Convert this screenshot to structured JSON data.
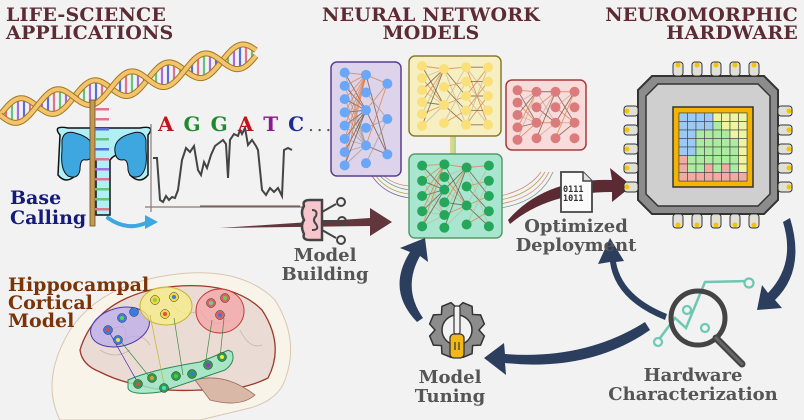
{
  "titles": {
    "life_science": [
      "LIFE-SCIENCE",
      "APPLICATIONS"
    ],
    "neural_network": [
      "NEURAL NETWORK",
      "MODELS"
    ],
    "neuromorphic": [
      "NEUROMORPHIC",
      "HARDWARE"
    ]
  },
  "labels": {
    "base_calling": [
      "Base",
      "Calling"
    ],
    "hippocampal": [
      "Hippocampal",
      "Cortical",
      "Model"
    ],
    "model_building": [
      "Model",
      "Building"
    ],
    "optimized_deployment": [
      "Optimized",
      "Deployment"
    ],
    "model_tuning": [
      "Model",
      "Tuning"
    ],
    "hardware_characterization": [
      "Hardware",
      "Characterization"
    ]
  },
  "sequence": {
    "bases": [
      {
        "letter": "A",
        "color": "#c0161b"
      },
      {
        "letter": "G",
        "color": "#1e8a2c"
      },
      {
        "letter": "G",
        "color": "#1e8a2c"
      },
      {
        "letter": "A",
        "color": "#c0161b"
      },
      {
        "letter": "T",
        "color": "#8a1a8f"
      },
      {
        "letter": "C",
        "color": "#1e2a9a"
      }
    ],
    "ellipsis": "..."
  },
  "binary_file": [
    "0111",
    "1011"
  ],
  "colors": {
    "title": "#5c2b33",
    "label": "#555555",
    "arrow_dark_red": "#5b2a33",
    "arrow_navy": "#2c3e5e",
    "nn_purple": "#ddd3ea",
    "nn_yellow": "#f5efc2",
    "nn_red": "#f8dcdc",
    "nn_green": "#a9e6cf"
  },
  "icons": [
    "dna-helix-icon",
    "nanopore-icon",
    "signal-trace",
    "brain-circuit-icon",
    "binary-file-icon",
    "chip-icon",
    "gear-screwdriver-icon",
    "magnifier-chart-icon",
    "brain-anatomy-icon"
  ]
}
